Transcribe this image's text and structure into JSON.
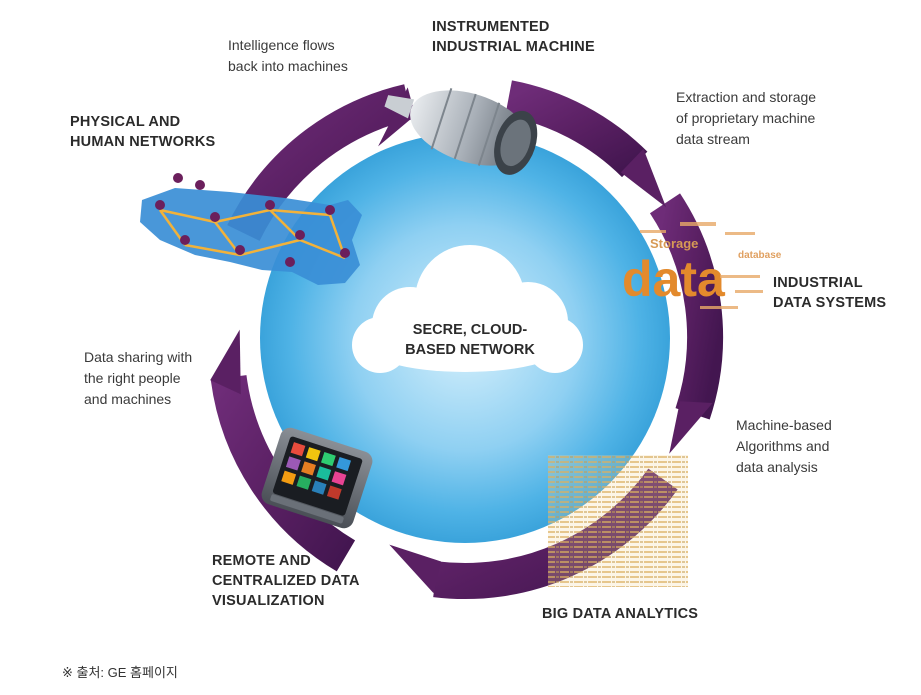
{
  "nodes": {
    "machine": {
      "title": "INSTRUMENTED\nINDUSTRIAL MACHINE"
    },
    "data_sys": {
      "title": "INDUSTRIAL\nDATA SYSTEMS"
    },
    "analytics": {
      "title": "BIG DATA ANALYTICS"
    },
    "remote": {
      "title": "REMOTE AND\nCENTRALIZED DATA\nVISUALIZATION"
    },
    "networks": {
      "title": "PHYSICAL AND\nHUMAN NETWORKS"
    }
  },
  "notes": {
    "intelligence": "Intelligence flows\nback into machines",
    "extraction": "Extraction and storage\nof proprietary machine\ndata stream",
    "algorithms": "Machine‑based\nAlgorithms and\ndata analysis",
    "sharing": "Data sharing with\nthe right people\nand machines"
  },
  "center": {
    "label": "SECRE, CLOUD-\nBASED NETWORK"
  },
  "image_text": {
    "data_word": "data",
    "storage": "Storage",
    "database": "database"
  },
  "footer": {
    "source": "※ 출처: GE 홈페이지"
  },
  "colors": {
    "ring": "#5e2466",
    "ring_dark": "#3f1447",
    "sky": "#4fb3e6",
    "cloud": "#ffffff",
    "data_orange": "#e38a2c",
    "map_blue": "#3a8ed6"
  }
}
